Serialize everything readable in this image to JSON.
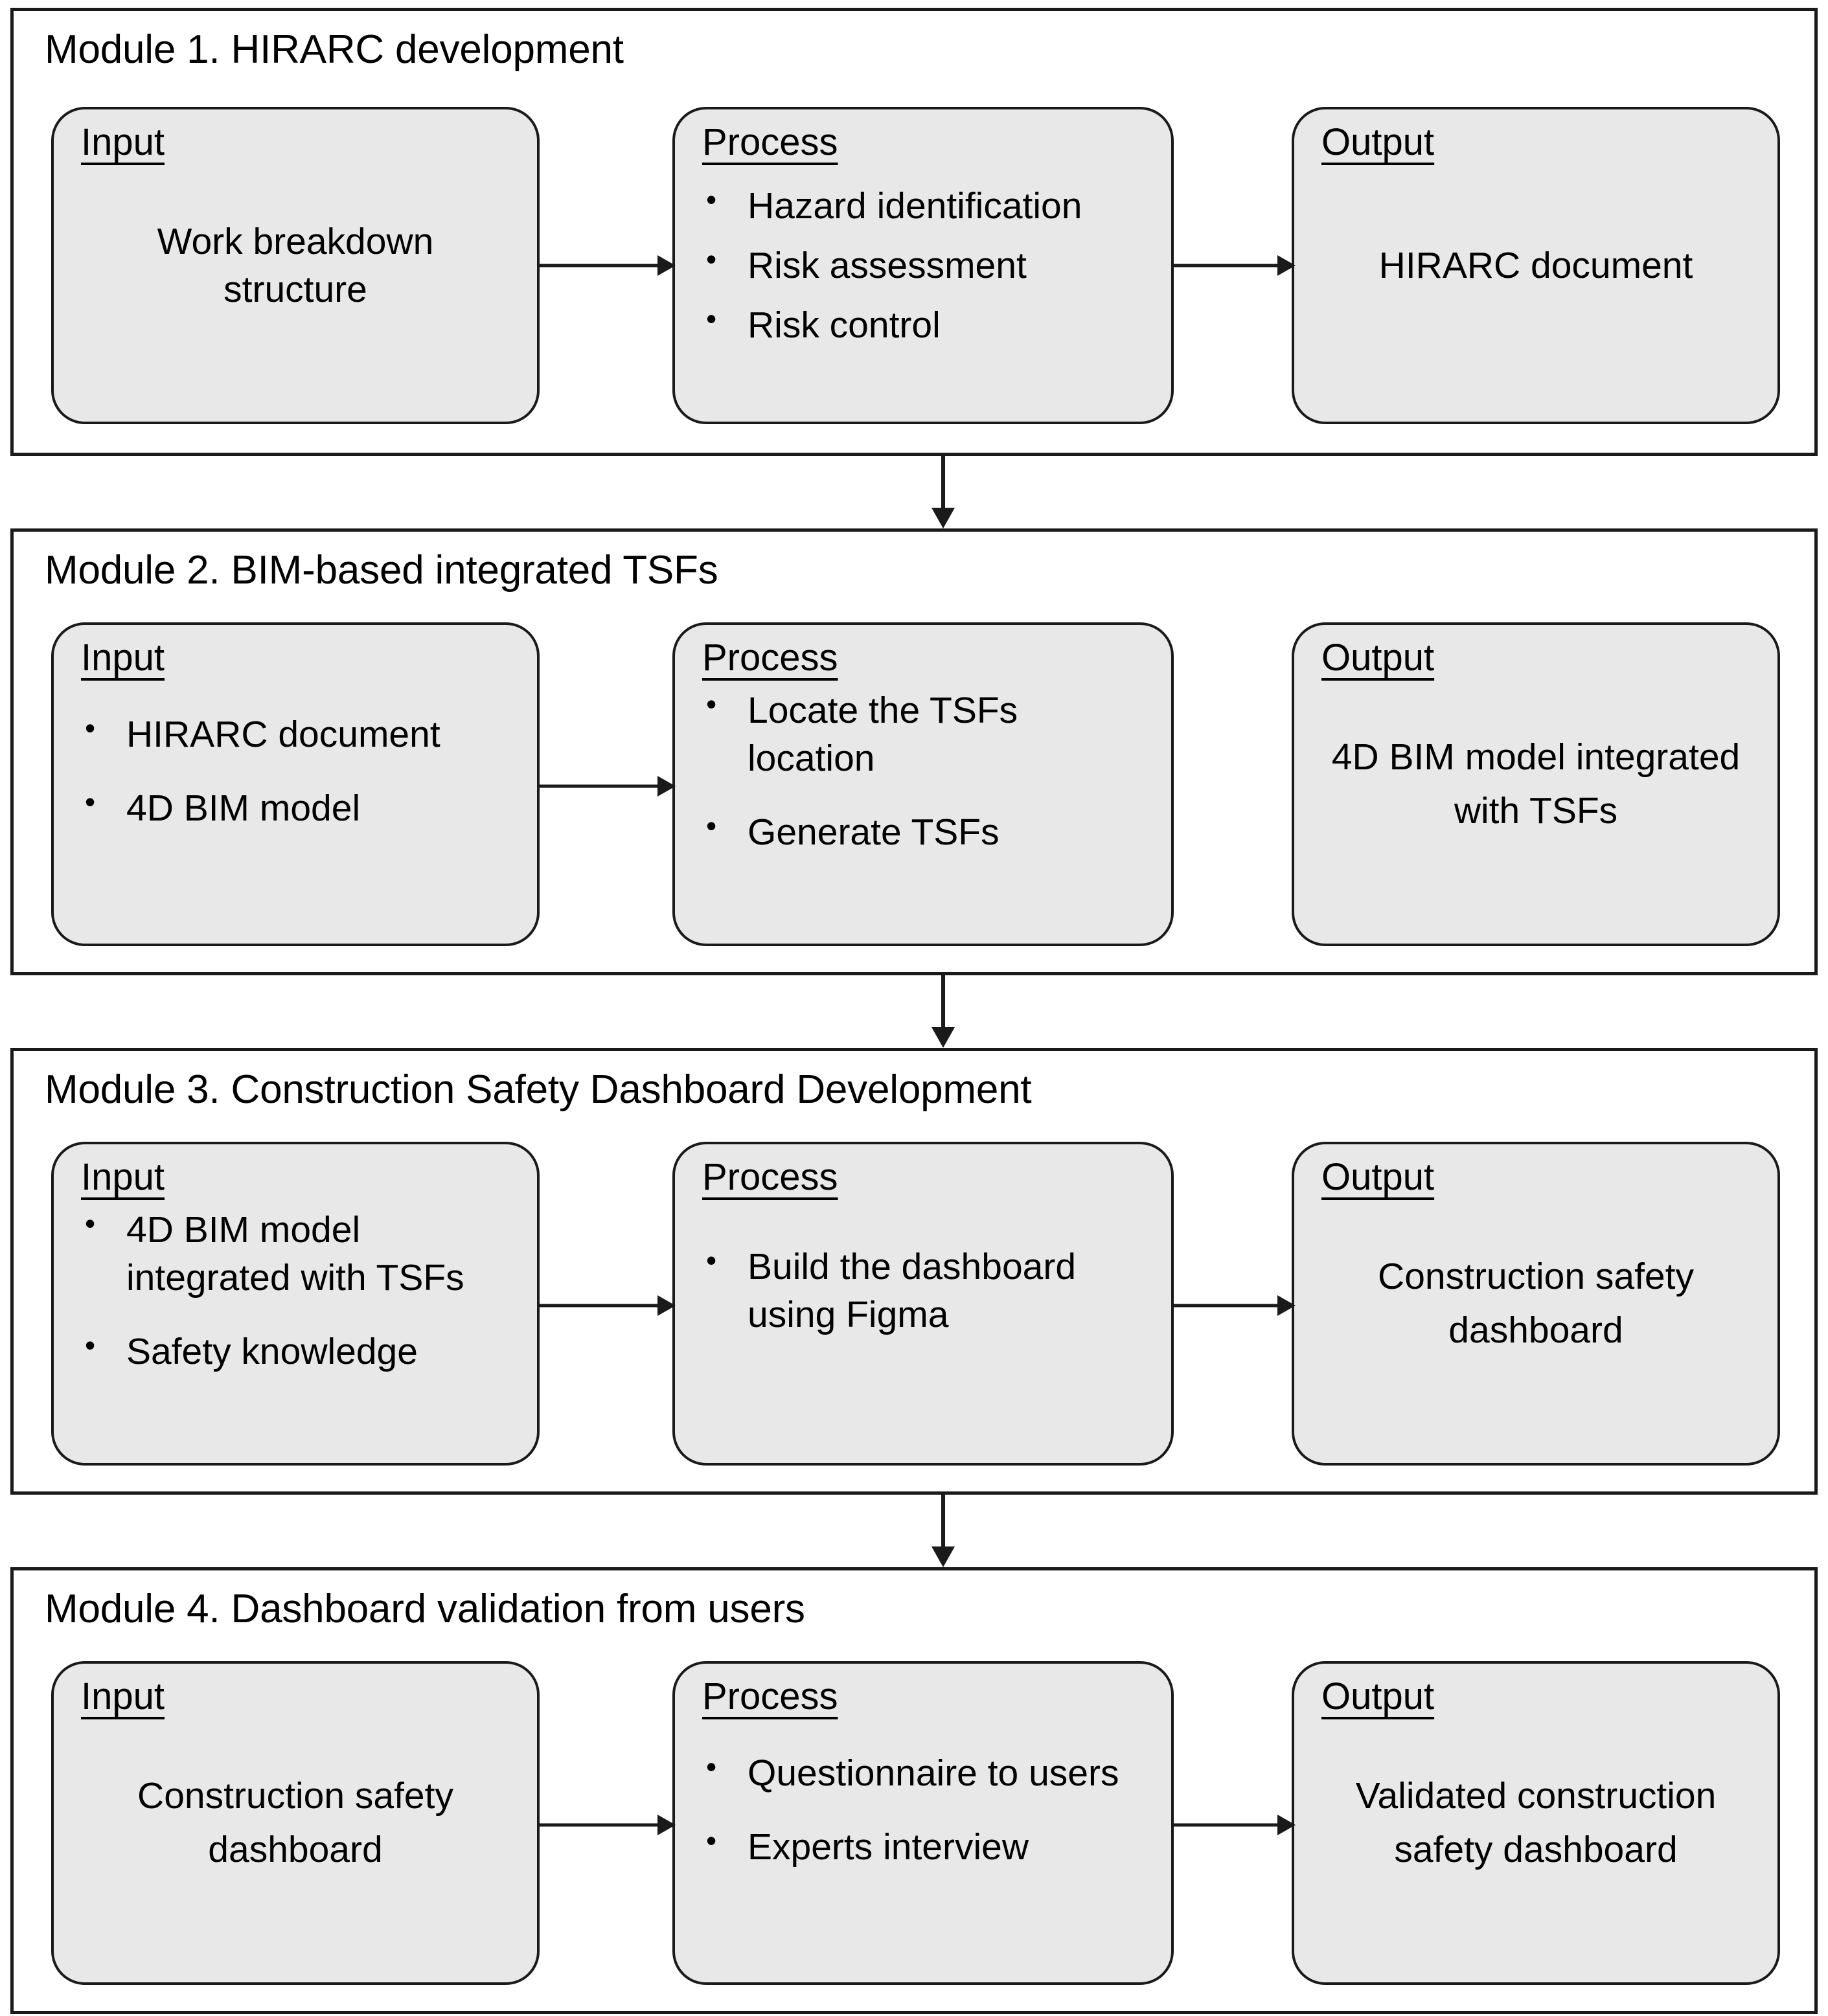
{
  "diagram": {
    "title_visible": false,
    "colors": {
      "card_fill": "#e8e8e8",
      "stroke": "#1a1a1a",
      "background": "#ffffff"
    },
    "labels": {
      "input": "Input",
      "process": "Process",
      "output": "Output"
    },
    "modules": [
      {
        "id": "module-1",
        "title": "Module 1. HIRARC development",
        "input": {
          "label": "Input",
          "type": "plain",
          "text": "Work breakdown structure"
        },
        "process": {
          "label": "Process",
          "type": "bullets",
          "items": [
            "Hazard identification",
            "Risk assessment",
            "Risk control"
          ]
        },
        "output": {
          "label": "Output",
          "type": "plain",
          "text": "HIRARC document"
        },
        "arrow_input_to_process": true,
        "arrow_process_to_output": true
      },
      {
        "id": "module-2",
        "title": "Module 2. BIM-based integrated TSFs",
        "input": {
          "label": "Input",
          "type": "bullets",
          "items": [
            "HIRARC document",
            "4D BIM model"
          ]
        },
        "process": {
          "label": "Process",
          "type": "bullets",
          "items": [
            "Locate the TSFs location",
            "Generate TSFs"
          ]
        },
        "output": {
          "label": "Output",
          "type": "plain",
          "text": "4D BIM model integrated with TSFs"
        },
        "arrow_input_to_process": true,
        "arrow_process_to_output": false
      },
      {
        "id": "module-3",
        "title": "Module 3. Construction Safety Dashboard Development",
        "input": {
          "label": "Input",
          "type": "bullets",
          "items": [
            "4D BIM model integrated with TSFs",
            "Safety knowledge"
          ]
        },
        "process": {
          "label": "Process",
          "type": "bullets",
          "items": [
            "Build the dashboard using Figma"
          ]
        },
        "output": {
          "label": "Output",
          "type": "plain",
          "text": "Construction safety dashboard"
        },
        "arrow_input_to_process": true,
        "arrow_process_to_output": true
      },
      {
        "id": "module-4",
        "title": "Module 4. Dashboard validation from users",
        "input": {
          "label": "Input",
          "type": "plain",
          "text": "Construction safety dashboard"
        },
        "process": {
          "label": "Process",
          "type": "bullets",
          "items": [
            "Questionnaire to users",
            "Experts interview"
          ]
        },
        "output": {
          "label": "Output",
          "type": "plain",
          "text": "Validated construction safety dashboard"
        },
        "arrow_input_to_process": true,
        "arrow_process_to_output": true
      }
    ],
    "flow_connectors": [
      {
        "from": "module-1",
        "to": "module-2"
      },
      {
        "from": "module-2",
        "to": "module-3"
      },
      {
        "from": "module-3",
        "to": "module-4"
      }
    ]
  }
}
